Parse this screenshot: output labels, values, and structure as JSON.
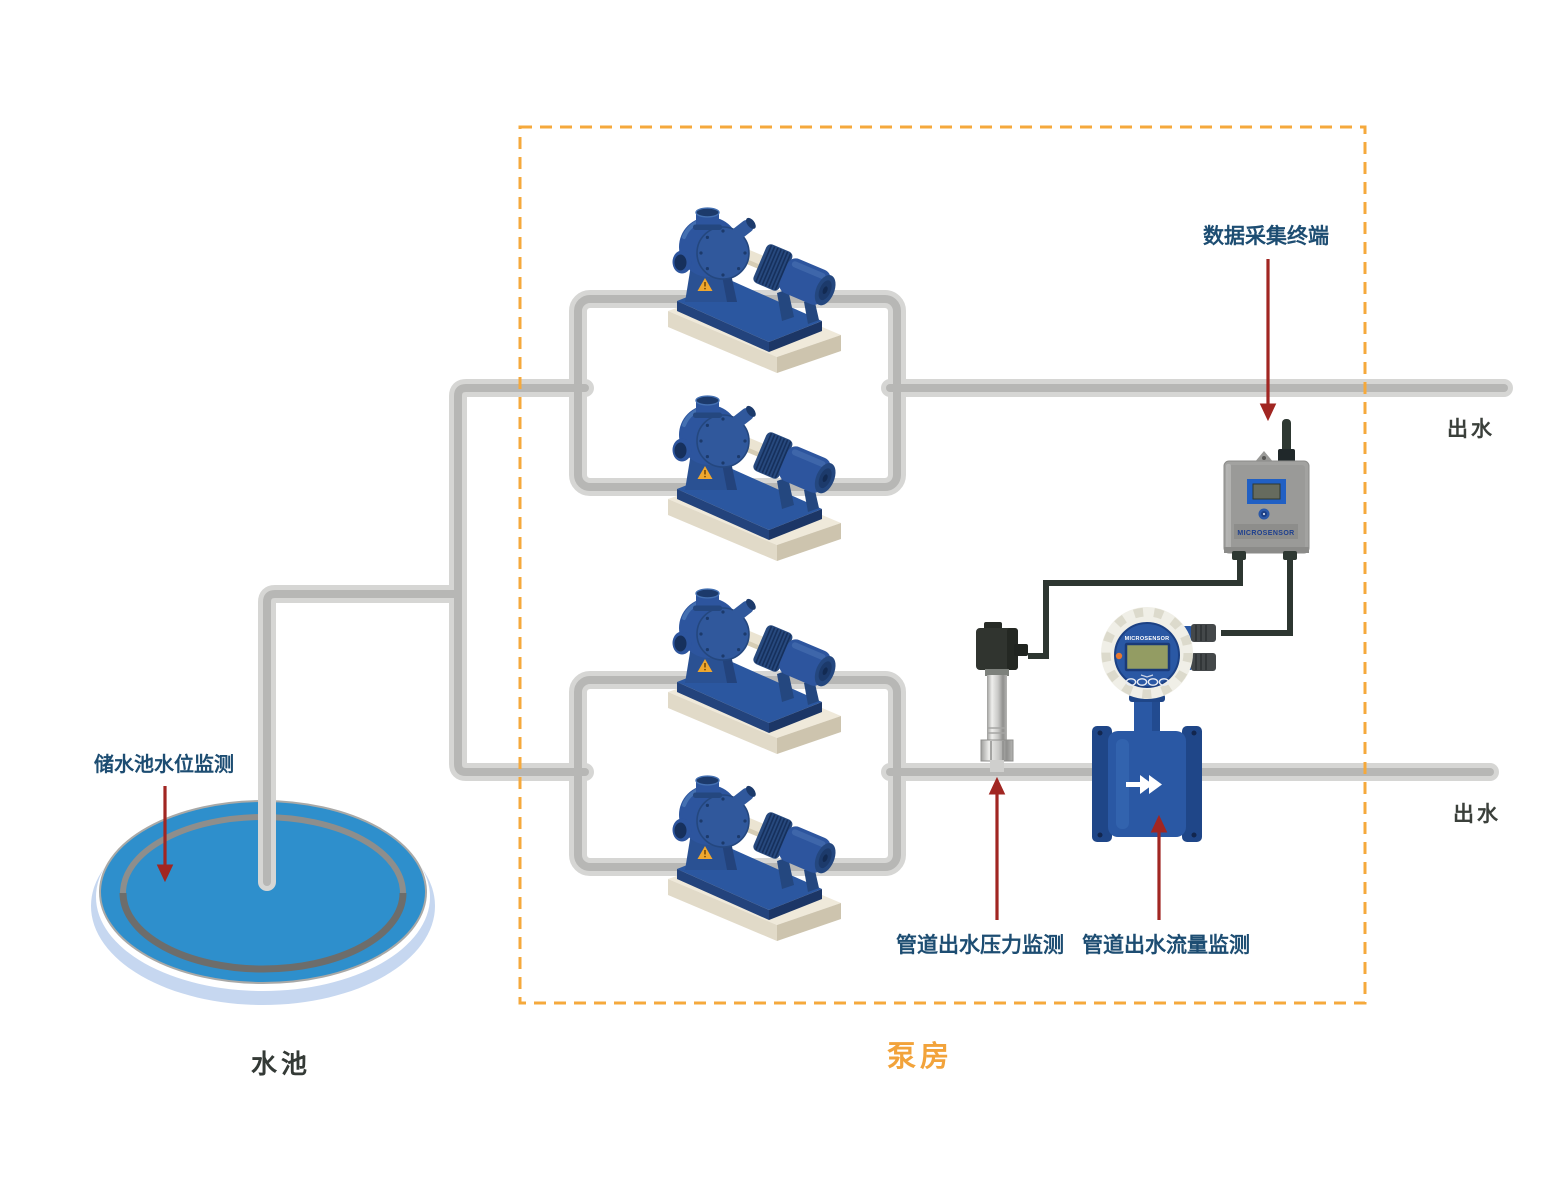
{
  "labels": {
    "data_terminal": "数据采集终端",
    "outlet_top": "出水",
    "outlet_bottom": "出水",
    "reservoir_level_monitor": "储水池水位监测",
    "pool": "水池",
    "pipe_pressure_monitor": "管道出水压力监测",
    "pipe_flow_monitor": "管道出水流量监测",
    "pump_house": "泵房"
  },
  "devices": {
    "terminal": {
      "brand": "MICROSENSOR"
    },
    "flow_meter": {
      "brand": "MICROSENSOR"
    }
  },
  "colors": {
    "annotation_text": "#1d4d72",
    "annotation_arrow": "#a12622",
    "pump_house_accent": "#f2a33b",
    "outlet_text": "#3b403b",
    "pump_blue": "#2d559e",
    "water_blue": "#2e8fcc",
    "pipe_gray": "#c9c9c7",
    "cable_dark": "#2d3631"
  }
}
